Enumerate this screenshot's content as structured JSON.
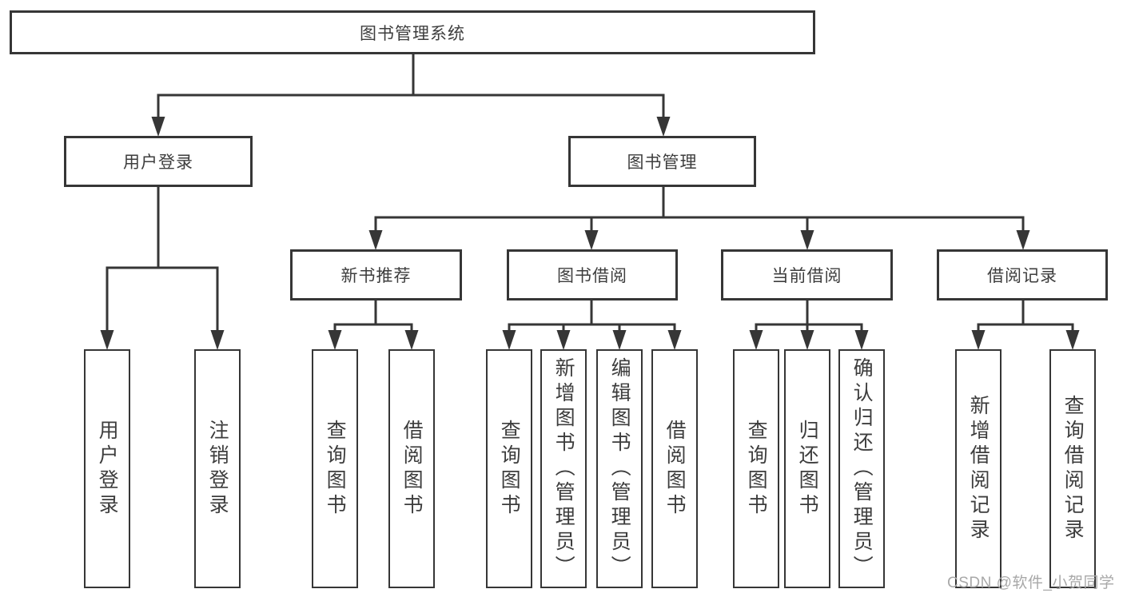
{
  "tree": {
    "root": {
      "label": "图书管理系统"
    },
    "children": [
      {
        "label": "用户登录",
        "children": [
          {
            "label": "用户登录"
          },
          {
            "label": "注销登录"
          }
        ]
      },
      {
        "label": "图书管理",
        "children": [
          {
            "label": "新书推荐",
            "children": [
              {
                "label": "查询图书"
              },
              {
                "label": "借阅图书"
              }
            ]
          },
          {
            "label": "图书借阅",
            "children": [
              {
                "label": "查询图书"
              },
              {
                "label": "新增图书（管理员）"
              },
              {
                "label": "编辑图书（管理员）"
              },
              {
                "label": "借阅图书"
              }
            ]
          },
          {
            "label": "当前借阅",
            "children": [
              {
                "label": "查询图书"
              },
              {
                "label": "归还图书"
              },
              {
                "label": "确认归还（管理员）"
              }
            ]
          },
          {
            "label": "借阅记录",
            "children": [
              {
                "label": "新增借阅记录"
              },
              {
                "label": "查询借阅记录"
              }
            ]
          }
        ]
      }
    ]
  },
  "watermark": "CSDN @软件_小贺同学",
  "colors": {
    "line": "#363636",
    "box_border": "#363636",
    "text": "#3d3d3d",
    "watermark": "#a8a8a8",
    "background": "#ffffff"
  }
}
